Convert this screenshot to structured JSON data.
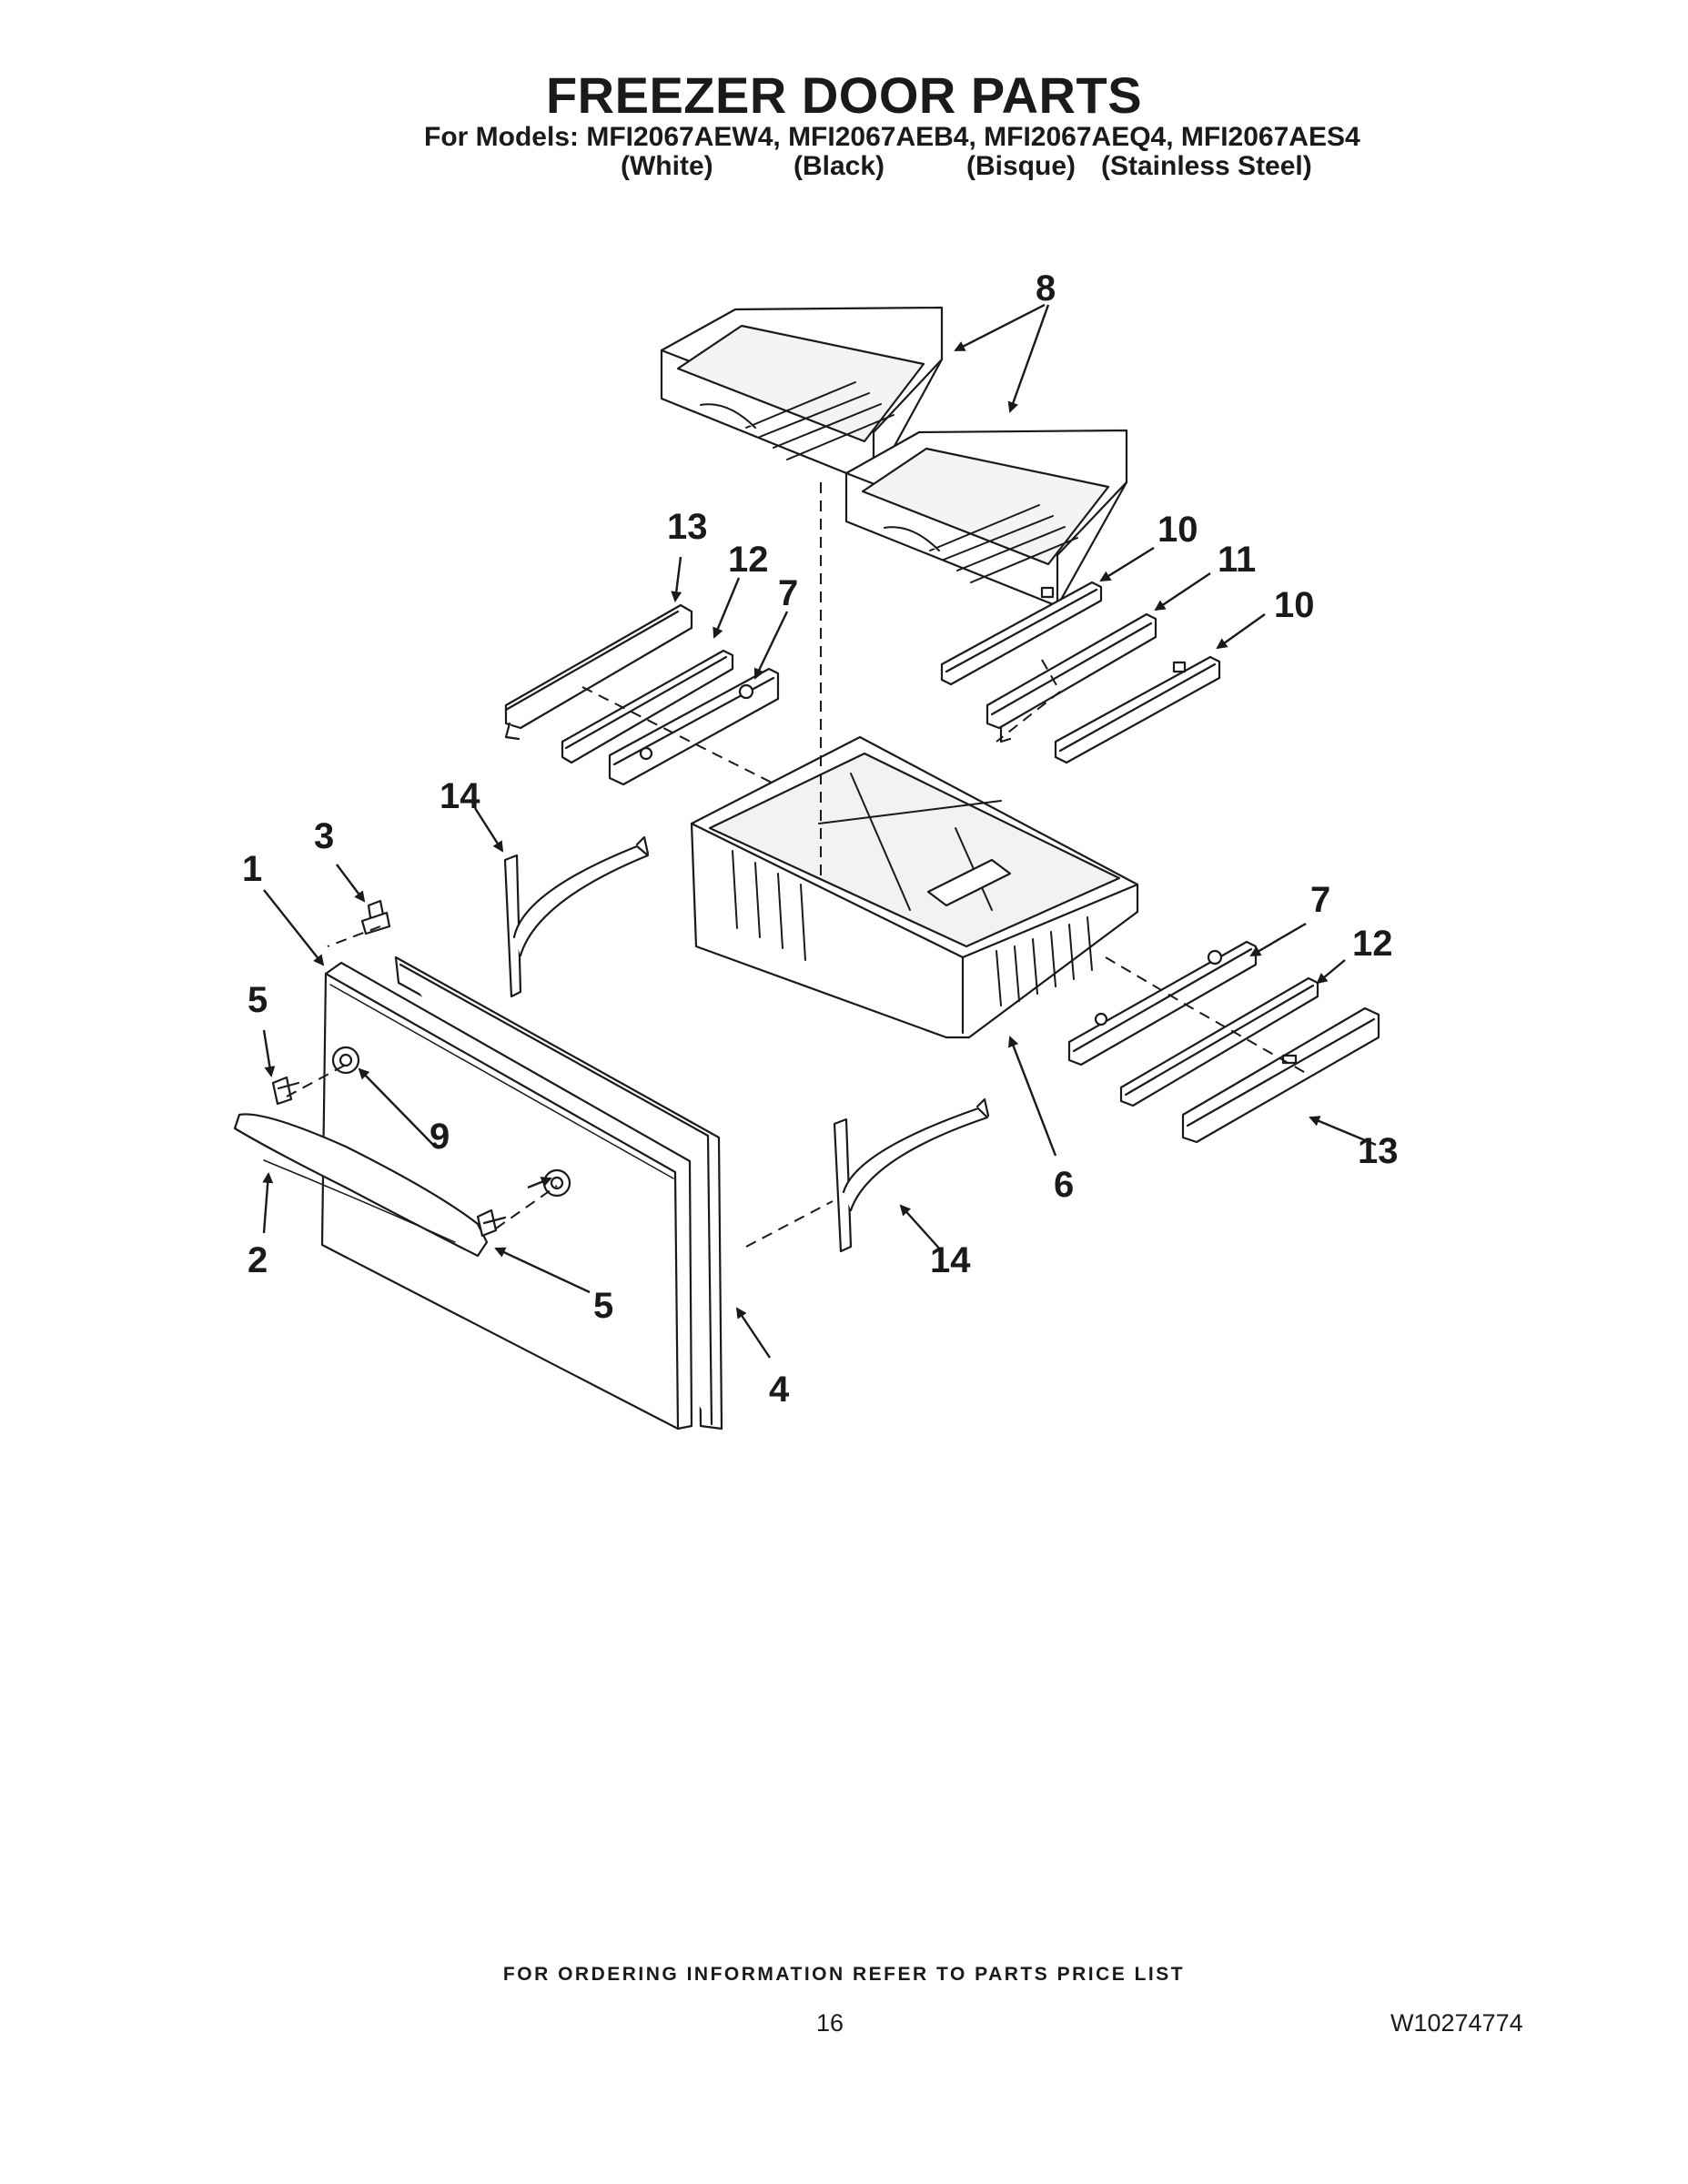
{
  "header": {
    "title": "FREEZER DOOR PARTS",
    "models_line": "For Models: MFI2067AEW4, MFI2067AEB4, MFI2067AEQ4, MFI2067AES4",
    "variants": [
      "(White)",
      "(Black)",
      "(Bisque)",
      "(Stainless Steel)"
    ]
  },
  "callouts": [
    "1",
    "2",
    "3",
    "4",
    "5",
    "5",
    "6",
    "7",
    "7",
    "8",
    "9",
    "10",
    "10",
    "11",
    "12",
    "12",
    "13",
    "13",
    "14",
    "14"
  ],
  "footer": {
    "ordering_note": "FOR ORDERING INFORMATION REFER TO PARTS PRICE LIST",
    "page_number": "16",
    "document_number": "W10274774"
  }
}
